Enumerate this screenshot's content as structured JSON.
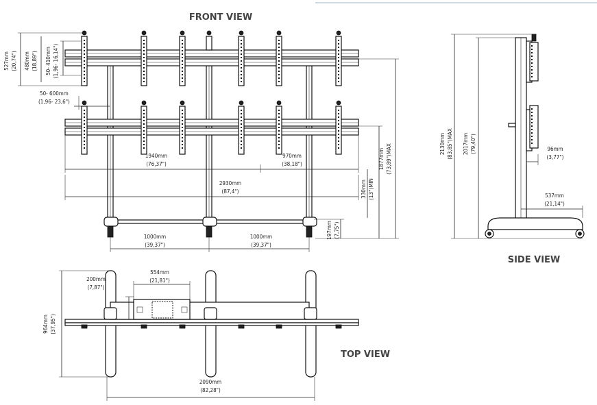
{
  "titles": {
    "front": "FRONT VIEW",
    "side": "SIDE VIEW",
    "top": "TOP VIEW"
  },
  "dimensions": {
    "d527": {
      "mm": "527mm",
      "in": "(20,74\")"
    },
    "d480": {
      "mm": "480mm",
      "in": "(18,89\")"
    },
    "d50_410": {
      "mm": "50- 410mm",
      "in": "(1,96- 16,14\")"
    },
    "d50_600": {
      "mm": "50- 600mm",
      "in": "(1,96- 23,6\")"
    },
    "d1940": {
      "mm": "1940mm",
      "in": "(76,37\")"
    },
    "d970": {
      "mm": "970mm",
      "in": "(38,18\")"
    },
    "d2930": {
      "mm": "2930mm",
      "in": "(87,4\")"
    },
    "d330": {
      "mm": "330mm",
      "in": "(13\")MIN"
    },
    "d1877": {
      "mm": "1877mm",
      "in": "(73,89\")MAX"
    },
    "d197": {
      "mm": "197mm",
      "in": "(7,75\")"
    },
    "d1000a": {
      "mm": "1000mm",
      "in": "(39,37\")"
    },
    "d1000b": {
      "mm": "1000mm",
      "in": "(39,37\")"
    },
    "d2130": {
      "mm": "2130mm",
      "in": "(83,85\")MAX"
    },
    "d2017": {
      "mm": "2017mm",
      "in": "(79,40\")"
    },
    "d96": {
      "mm": "96mm",
      "in": "(3,77\")"
    },
    "d537": {
      "mm": "537mm",
      "in": "(21,14\")"
    },
    "d200": {
      "mm": "200mm",
      "in": "(7,87\")"
    },
    "d554": {
      "mm": "554mm",
      "in": "(21,81\")"
    },
    "d964": {
      "mm": "964mm",
      "in": "(37,95\")"
    },
    "d2090": {
      "mm": "2090mm",
      "in": "(82,28\")"
    }
  }
}
